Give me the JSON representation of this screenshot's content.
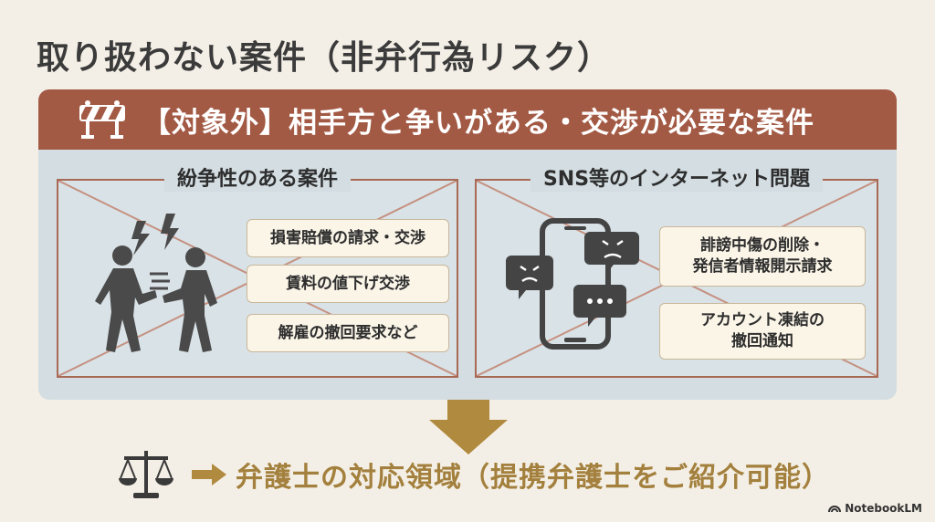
{
  "title": "取り扱わない案件（非弁行為リスク）",
  "banner": {
    "icon": "road-barrier-icon",
    "text": "【対象外】相手方と争いがある・交渉が必要な案件"
  },
  "left_card": {
    "heading": "紛争性のある案件",
    "icon": "arguing-people-icon",
    "items": [
      "損害賠償の請求・交渉",
      "賃料の値下げ交渉",
      "解雇の撤回要求など"
    ]
  },
  "right_card": {
    "heading": "SNS等のインターネット問題",
    "icon": "smartphone-angry-chat-icon",
    "items": [
      {
        "line1": "誹謗中傷の削除・",
        "line2": "発信者情報開示請求"
      },
      {
        "line1": "アカウント凍結の",
        "line2": "撤回通知"
      }
    ]
  },
  "footer": {
    "icon": "scales-of-justice-icon",
    "arrow": "➡",
    "text": "弁護士の対応領域（提携弁護士をご紹介可能）"
  },
  "brand": "NotebookLM",
  "colors": {
    "background": "#f4efe6",
    "banner": "#a35a45",
    "panel": "#d3dde2",
    "gold": "#b08a3e"
  }
}
